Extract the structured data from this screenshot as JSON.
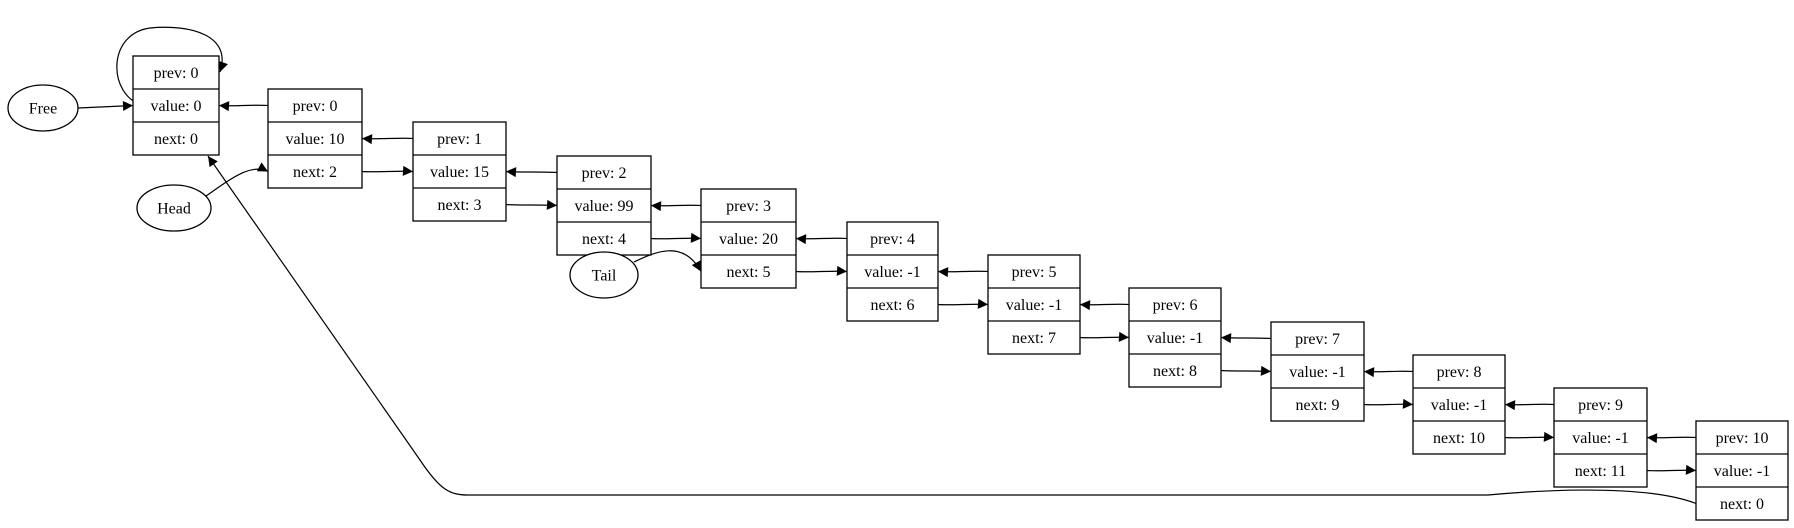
{
  "pointers": [
    {
      "id": "free",
      "label": "Free"
    },
    {
      "id": "head",
      "label": "Head"
    },
    {
      "id": "tail",
      "label": "Tail"
    }
  ],
  "nodes": [
    {
      "prev": "prev: 0",
      "value": "value: 0",
      "next": "next: 0"
    },
    {
      "prev": "prev: 0",
      "value": "value: 10",
      "next": "next: 2"
    },
    {
      "prev": "prev: 1",
      "value": "value: 15",
      "next": "next: 3"
    },
    {
      "prev": "prev: 2",
      "value": "value: 99",
      "next": "next: 4"
    },
    {
      "prev": "prev: 3",
      "value": "value: 20",
      "next": "next: 5"
    },
    {
      "prev": "prev: 4",
      "value": "value: -1",
      "next": "next: 6"
    },
    {
      "prev": "prev: 5",
      "value": "value: -1",
      "next": "next: 7"
    },
    {
      "prev": "prev: 6",
      "value": "value: -1",
      "next": "next: 8"
    },
    {
      "prev": "prev: 7",
      "value": "value: -1",
      "next": "next: 9"
    },
    {
      "prev": "prev: 8",
      "value": "value: -1",
      "next": "next: 10"
    },
    {
      "prev": "prev: 9",
      "value": "value: -1",
      "next": "next: 11"
    },
    {
      "prev": "prev: 10",
      "value": "value: -1",
      "next": "next: 0"
    }
  ],
  "colors": {
    "stroke": "#000000",
    "fill": "#ffffff"
  }
}
